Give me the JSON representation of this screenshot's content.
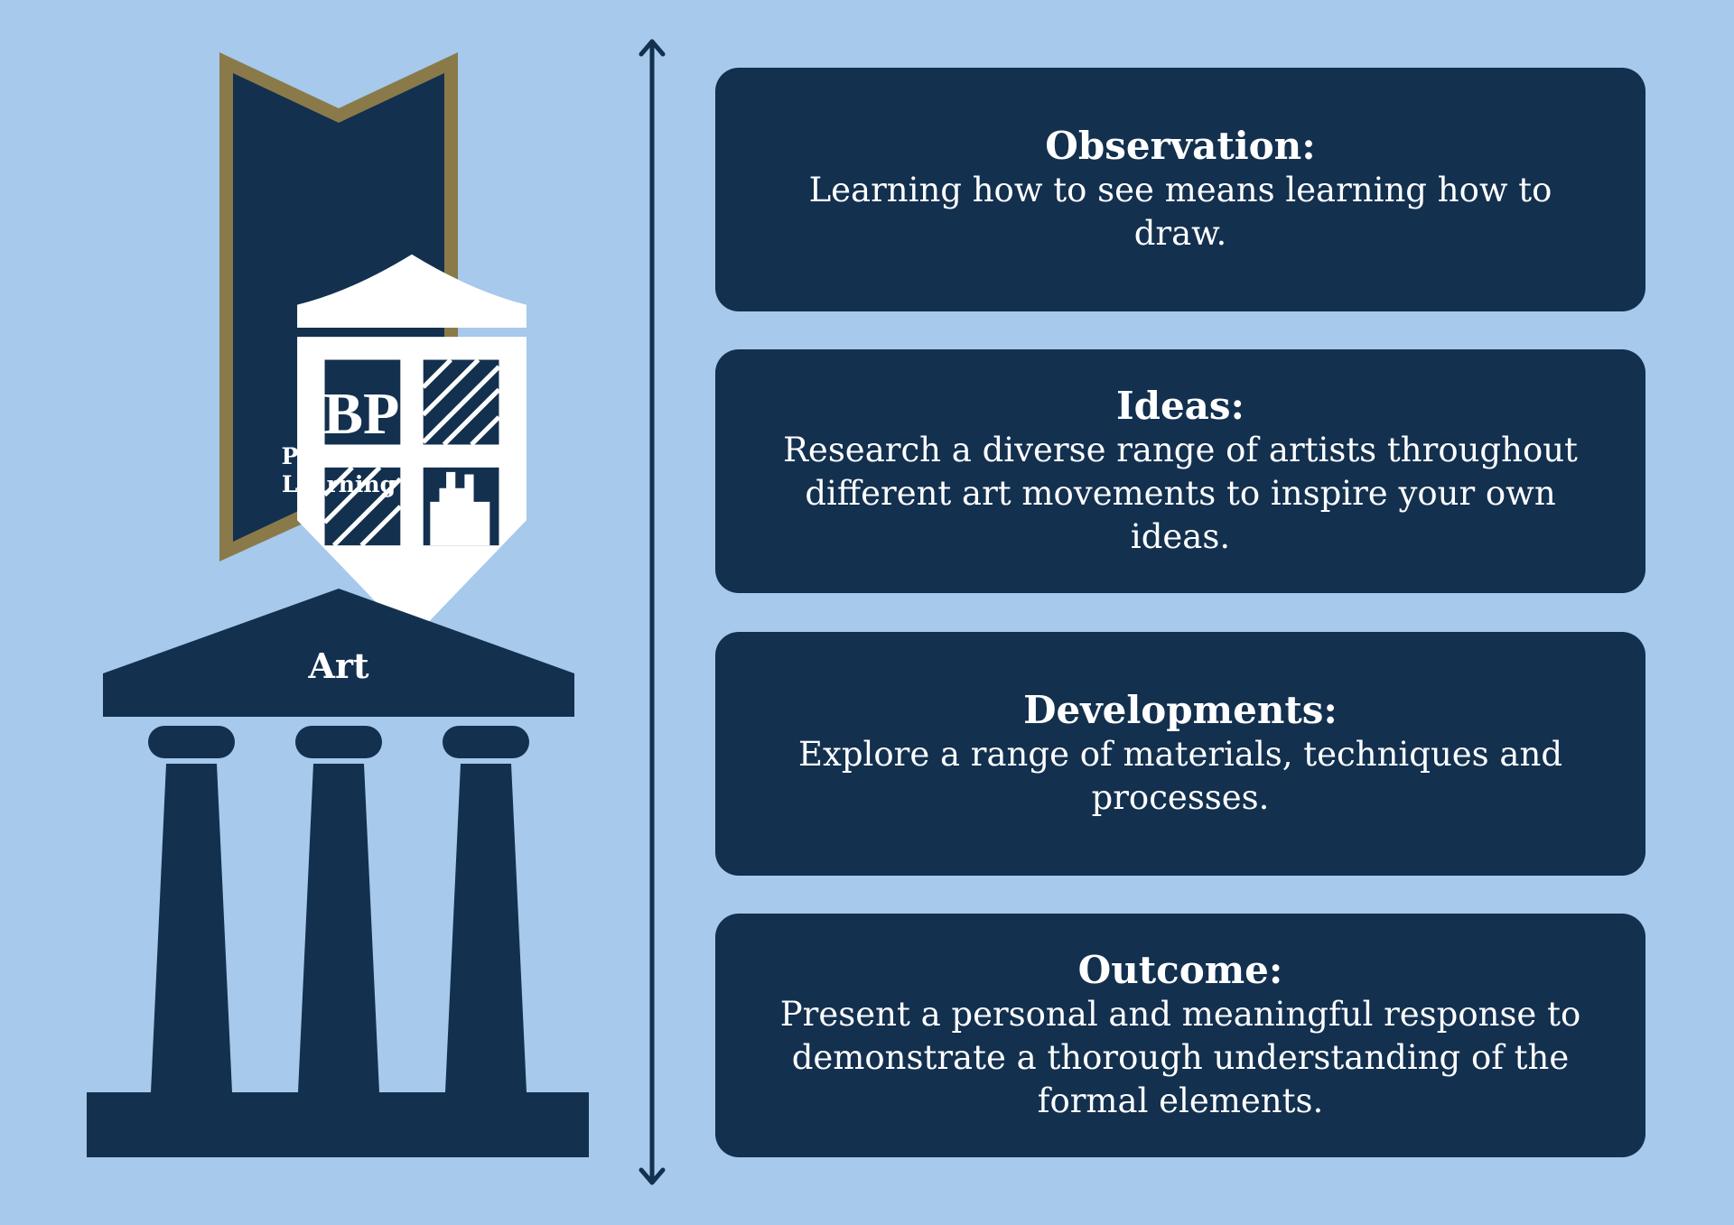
{
  "banner": {
    "title": "Pillars of\nLearning",
    "logo_text": "BP",
    "colors": {
      "fill": "#13304f",
      "border": "#8a7a4a"
    }
  },
  "temple": {
    "label": "Art",
    "color": "#13304f"
  },
  "axis": {
    "color": "#13304f",
    "arrows": "both-ends"
  },
  "cards": [
    {
      "heading": "Observation:",
      "text": "Learning how to see means learning how to draw."
    },
    {
      "heading": "Ideas:",
      "text": "Research a diverse range of artists throughout different art movements to inspire your own ideas."
    },
    {
      "heading": "Developments:",
      "text": "Explore a range of materials, techniques and processes."
    },
    {
      "heading": "Outcome:",
      "text": "Present a personal and meaningful response to demonstrate a thorough understanding of the formal elements."
    }
  ],
  "colors": {
    "background": "#a6c9ec",
    "card": "#13304f",
    "text": "#ffffff"
  }
}
